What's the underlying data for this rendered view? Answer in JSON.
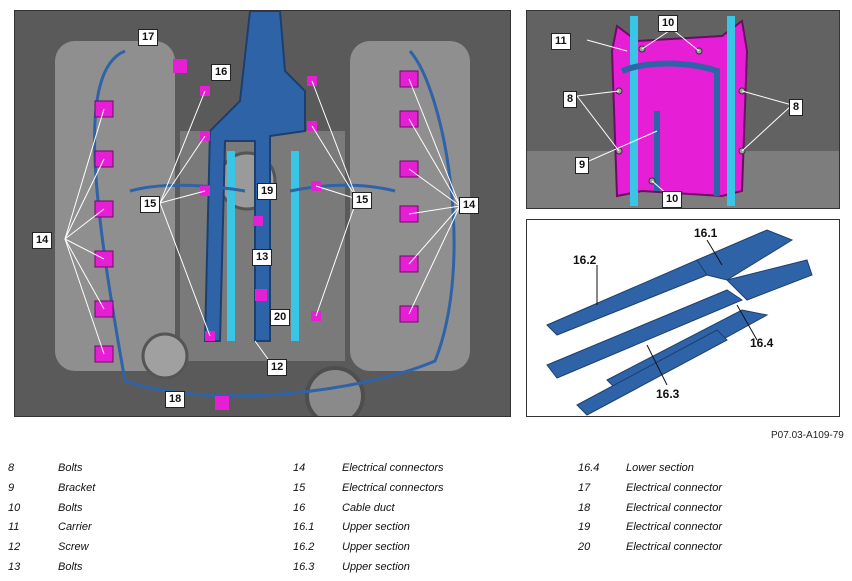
{
  "main_callouts": {
    "c17": "17",
    "c16": "16",
    "c19": "19",
    "c15_left": "15",
    "c15_right": "15",
    "c14_left": "14",
    "c14_right": "14",
    "c13": "13",
    "c20": "20",
    "c12": "12",
    "c18": "18"
  },
  "top_right_callouts": {
    "c10_top": "10",
    "c11": "11",
    "c8_left": "8",
    "c8_right": "8",
    "c9": "9",
    "c10_bottom": "10"
  },
  "bottom_right_callouts": {
    "c16_1": "16.1",
    "c16_2": "16.2",
    "c16_4": "16.4",
    "c16_3": "16.3"
  },
  "figure_code": "P07.03-A109-79",
  "legend": [
    {
      "num": "8",
      "label": "Bolts"
    },
    {
      "num": "9",
      "label": "Bracket"
    },
    {
      "num": "10",
      "label": "Bolts"
    },
    {
      "num": "11",
      "label": "Carrier"
    },
    {
      "num": "12",
      "label": "Screw"
    },
    {
      "num": "13",
      "label": "Bolts"
    },
    {
      "num": "14",
      "label": "Electrical connectors"
    },
    {
      "num": "15",
      "label": "Electrical connectors"
    },
    {
      "num": "16",
      "label": "Cable duct"
    },
    {
      "num": "16.1",
      "label": "Upper section"
    },
    {
      "num": "16.2",
      "label": "Upper section"
    },
    {
      "num": "16.3",
      "label": "Upper section"
    },
    {
      "num": "16.4",
      "label": "Lower section"
    },
    {
      "num": "17",
      "label": "Electrical connector"
    },
    {
      "num": "18",
      "label": "Electrical connector"
    },
    {
      "num": "19",
      "label": "Electrical connector"
    },
    {
      "num": "20",
      "label": "Electrical connector"
    }
  ],
  "colors": {
    "duct_blue": "#2f63a8",
    "highlight_cyan": "#39c6e6",
    "connector_magenta": "#e61fd6",
    "engine_gray": "#8a8a8a",
    "engine_dark": "#4e4e4e"
  }
}
